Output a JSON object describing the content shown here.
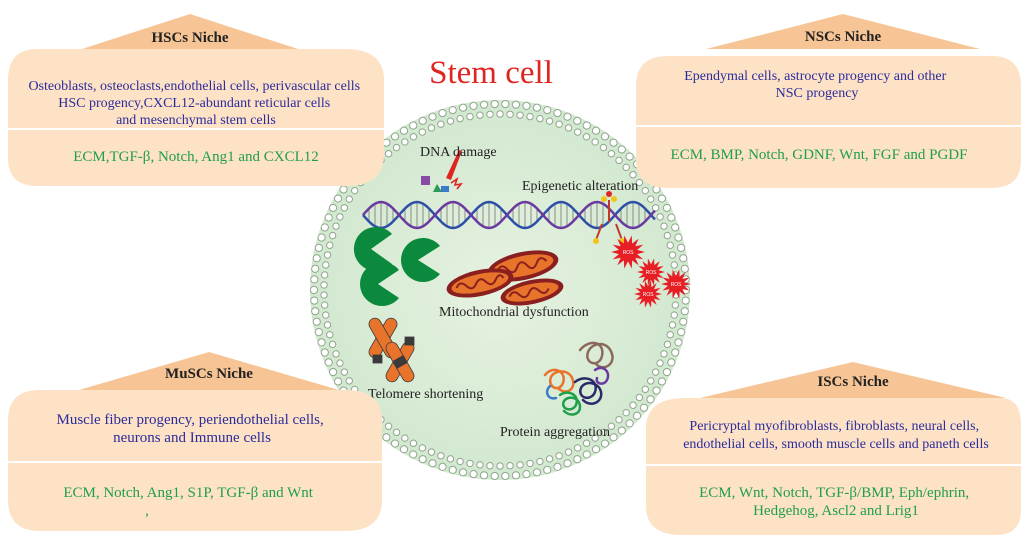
{
  "title": "Stem cell",
  "colors": {
    "title": "#e0241f",
    "niche_fill": "#fde2c6",
    "niche_tab": "#f7c595",
    "blue_text": "#2b2c9c",
    "green_text": "#1f9f49",
    "cell_fill": "#dcedd8",
    "cell_border": "#9bb19a"
  },
  "niches": [
    {
      "id": "hsc",
      "heading": "HSCs Niche",
      "cells": [
        "Osteoblasts, osteoclasts,endothelial cells, perivascular cells",
        "HSC progency,CXCL12-abundant reticular cells",
        "and mesenchymal stem cells"
      ],
      "factors": [
        "ECM,TGF-β, Notch, Ang1 and CXCL12"
      ]
    },
    {
      "id": "nsc",
      "heading": "NSCs Niche",
      "cells": [
        "Ependymal cells, astrocyte progency and other",
        "NSC progency"
      ],
      "factors": [
        "ECM, BMP, Notch, GDNF, Wnt, FGF and PGDF"
      ]
    },
    {
      "id": "musc",
      "heading": "MuSCs Niche",
      "cells": [
        "Muscle fiber progency, periendothelial cells,",
        "neurons and Immune cells"
      ],
      "factors": [
        "ECM, Notch, Ang1, S1P, TGF-β and Wnt",
        ","
      ]
    },
    {
      "id": "isc",
      "heading": "ISCs Niche",
      "cells": [
        "Pericryptal myofibroblasts, fibroblasts, neural cells,",
        "endothelial cells, smooth muscle cells and paneth cells"
      ],
      "factors": [
        "ECM, Wnt, Notch, TGF-β/BMP, Eph/ephrin,",
        "Hedgehog, Ascl2 and Lrig1"
      ]
    }
  ],
  "hallmarks": {
    "dna_damage": "DNA damage",
    "epigenetic": "Epigenetic alteration",
    "mitochondrial": "Mitochondrial dysfunction",
    "telomere": "Telomere shortening",
    "protein": "Protein aggregation"
  },
  "ros_labels": [
    "ROS",
    "ROS",
    "ROS",
    "ROS"
  ]
}
